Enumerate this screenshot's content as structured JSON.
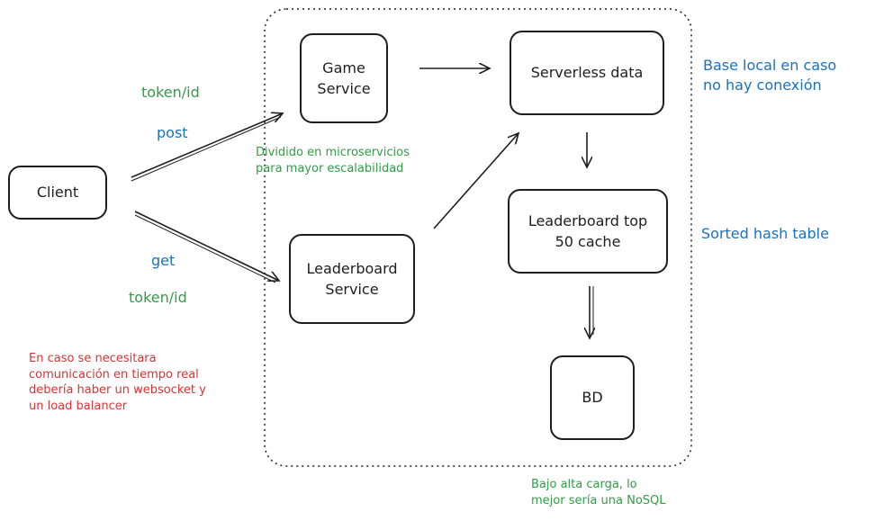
{
  "nodes": {
    "client": "Client",
    "game_service": "Game\nService",
    "leaderboard_service": "Leaderboard\nService",
    "serverless_data": "Serverless data",
    "leaderboard_cache": "Leaderboard top\n50 cache",
    "bd": "BD"
  },
  "labels": {
    "token_id_top": "token/id",
    "post": "post",
    "get": "get",
    "token_id_bottom": "token/id",
    "microservices_note": "Dividido en microservicios\npara mayor escalabilidad",
    "base_local_note": "Base local en caso\nno hay conexión",
    "sorted_hash_note": "Sorted hash table",
    "realtime_note": "En caso se necesitara\ncomunicación en tiempo real\ndebería haber un websocket y\nun load balancer",
    "nosql_note": "Bajo alta carga, lo\nmejor sería una NoSQL"
  },
  "colors": {
    "stroke": "#1e1e1e",
    "green": "#2f9e44",
    "blue": "#1971c2",
    "red": "#e03131"
  }
}
